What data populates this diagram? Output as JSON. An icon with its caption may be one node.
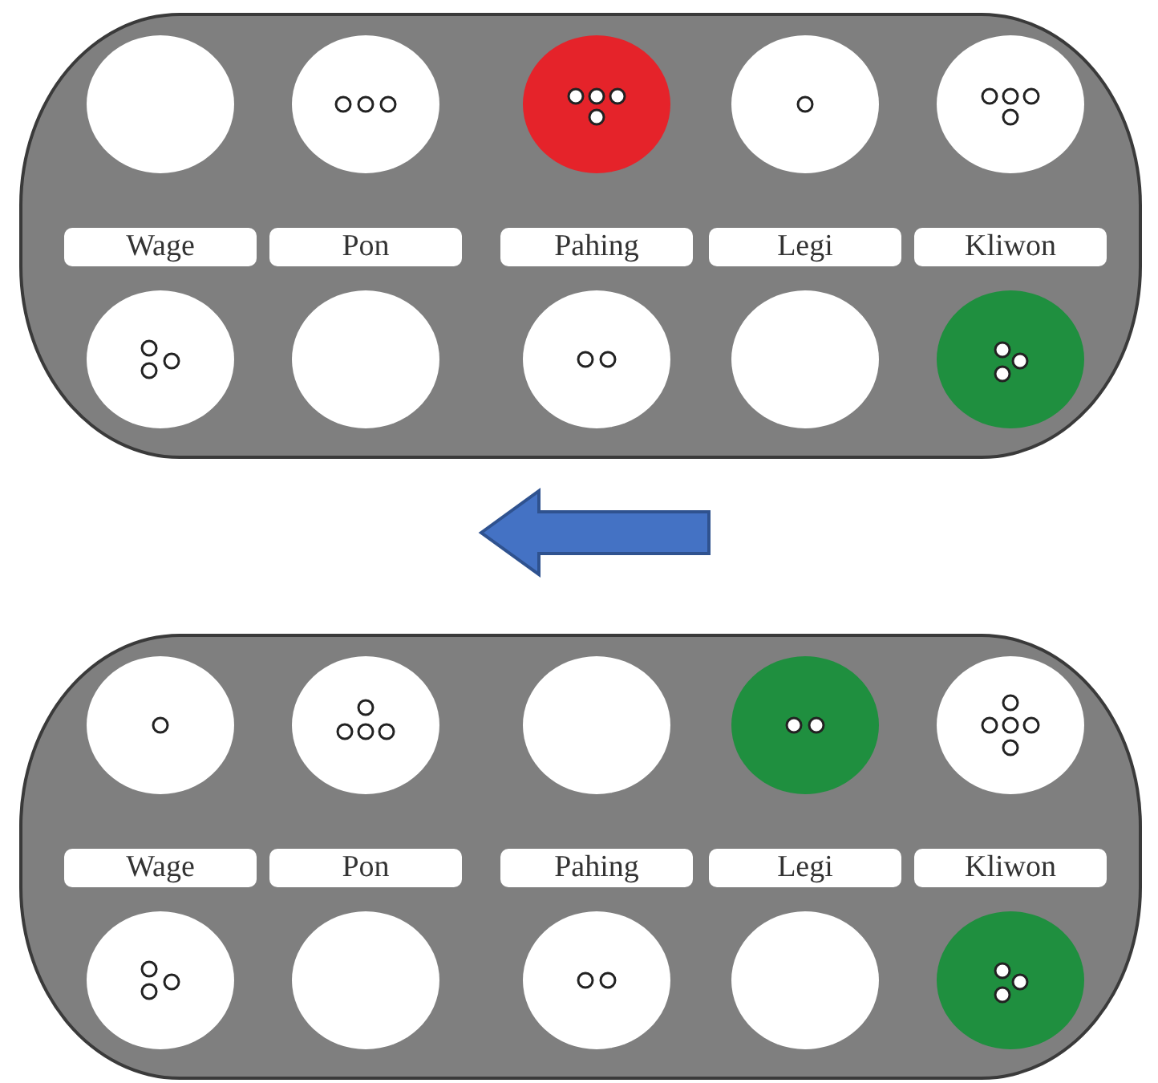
{
  "diagram": {
    "nodes": [
      {
        "text": [],
        "shape": "box"
      },
      {
        "text": [],
        "shape": "circle",
        "in": 0
      },
      {
        "text": [],
        "shape": "circle",
        "in": 0
      },
      {
        "text": [],
        "shape": "circle",
        "in": 0
      },
      {
        "text": [],
        "shape": "circle",
        "in": 0
      },
      {
        "text": [],
        "shape": "circle",
        "in": 0
      },
      {
        "text": [
          "Wage"
        ],
        "in": 0
      },
      {
        "text": [
          "Pon"
        ],
        "in": 0
      },
      {
        "text": [
          "Pahing"
        ],
        "in": 0
      },
      {
        "text": [
          "Legi"
        ],
        "in": 0
      },
      {
        "text": [
          "Kliwon"
        ],
        "in": 0
      },
      {
        "text": [],
        "shape": "circle",
        "in": 0
      },
      {
        "text": [],
        "shape": "circle",
        "in": 0
      },
      {
        "text": [],
        "shape": "circle",
        "in": 0
      },
      {
        "text": [],
        "shape": "circle",
        "in": 0
      },
      {
        "text": [],
        "shape": "circle",
        "in": 0
      },
      {
        "text": [],
        "shape": "box"
      },
      {
        "text": [],
        "shape": "circle",
        "in": 16
      },
      {
        "text": [],
        "shape": "circle",
        "in": 16
      },
      {
        "text": [],
        "shape": "circle",
        "in": 16
      },
      {
        "text": [],
        "shape": "circle",
        "in": 16
      },
      {
        "text": [],
        "shape": "circle",
        "in": 16
      },
      {
        "text": [
          "Wage"
        ],
        "in": 16
      },
      {
        "text": [
          "Pon"
        ],
        "in": 16
      },
      {
        "text": [
          "Pahing"
        ],
        "in": 16
      },
      {
        "text": [
          "Legi"
        ],
        "in": 16
      },
      {
        "text": [
          "Kliwon"
        ],
        "in": 16
      },
      {
        "text": [],
        "shape": "circle",
        "in": 16
      },
      {
        "text": [],
        "shape": "circle",
        "in": 16
      },
      {
        "text": [],
        "shape": "circle",
        "in": 16
      },
      {
        "text": [],
        "shape": "circle",
        "in": 16
      },
      {
        "text": [],
        "shape": "circle",
        "in": 16
      }
    ]
  }
}
